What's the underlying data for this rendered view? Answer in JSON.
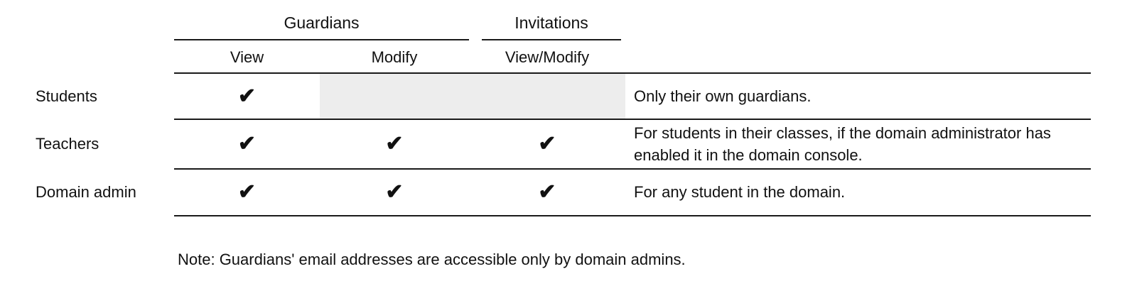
{
  "table": {
    "group_headers": [
      {
        "label": "Guardians"
      },
      {
        "label": "Invitations"
      }
    ],
    "column_headers": [
      "View",
      "Modify",
      "View/Modify"
    ],
    "check_glyph": "✔",
    "rows": [
      {
        "label": "Students",
        "cells": [
          "✔",
          "",
          ""
        ],
        "note": "Only their own guardians."
      },
      {
        "label": "Teachers",
        "cells": [
          "✔",
          "✔",
          "✔"
        ],
        "note": "For students in their classes, if the domain administrator has enabled it in the domain console."
      },
      {
        "label": "Domain admin",
        "cells": [
          "✔",
          "✔",
          "✔"
        ],
        "note": "For any student in the domain."
      }
    ]
  },
  "page": {
    "footnote": "Note: Guardians' email addresses are accessible only by domain admins."
  },
  "colors": {
    "text": "#111111",
    "rule": "#1a1a1a",
    "shaded_cell": "#ededed",
    "background": "#ffffff"
  }
}
